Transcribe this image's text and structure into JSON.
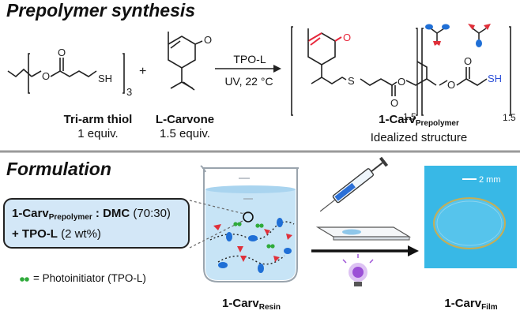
{
  "section1": {
    "title": "Prepolymer synthesis",
    "reactant1": {
      "name": "Tri-arm thiol",
      "amount": "1 equiv.",
      "subscript": "3"
    },
    "plus": "+",
    "reactant2": {
      "name": "L-Carvone",
      "amount": "1.5 equiv."
    },
    "arrow": {
      "reagent": "TPO-L",
      "conditions": "UV, 22 °C"
    },
    "product": {
      "name": "1-Carv",
      "name_sub": "Prepolymer",
      "caption": "Idealized structure",
      "sub_left": "1.5",
      "sub_right": "1.5",
      "atom_o": "O",
      "atom_s": "S",
      "atom_sh": "SH"
    }
  },
  "section2": {
    "title": "Formulation",
    "box": {
      "line1_name": "1-Carv",
      "line1_sub": "Prepolymer",
      "line1_mid": " : DMC",
      "line1_ratio": " (70:30)",
      "line2_name": "+ TPO-L",
      "line2_amount": " (2 wt%)"
    },
    "legend": "= Photoinitiator (TPO-L)",
    "resin": {
      "name": "1-Carv",
      "sub": "Resin"
    },
    "film": {
      "name": "1-Carv",
      "sub": "Film",
      "scale": "2 mm"
    }
  },
  "colors": {
    "carvone_red": "#e8283c",
    "thiol_blue": "#2b4fd8",
    "arm_blue": "#1f6fd6",
    "arm_red": "#e0303a",
    "photoinitiator_green": "#2faa3a",
    "box_fill": "#d3e7f7",
    "resin_blue": "#c7e4f6",
    "film_bg": "#38b8e6",
    "uv_purple": "#9b4fd6",
    "divider": "#9a9a9a"
  }
}
